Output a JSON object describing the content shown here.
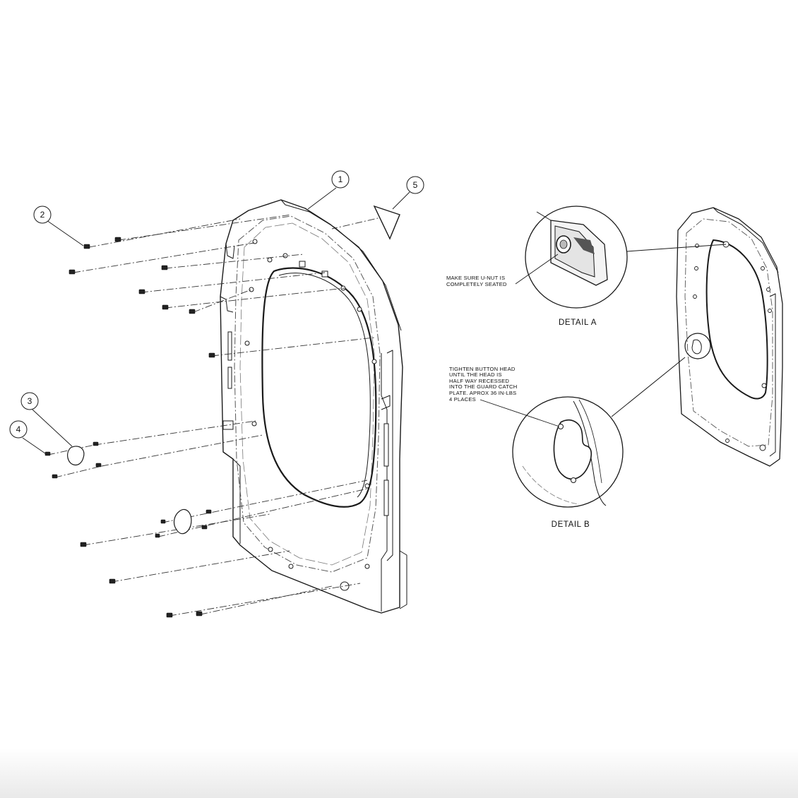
{
  "callouts": [
    "1",
    "2",
    "3",
    "4",
    "5"
  ],
  "notes": {
    "detail_a": [
      "MAKE SURE U-NUT IS",
      "COMPLETELY SEATED"
    ],
    "detail_b": [
      "TIGHTEN BUTTON HEAD",
      "UNTIL THE HEAD IS",
      "HALF WAY RECESSED",
      "INTO THE GUARD CATCH",
      "PLATE. APROX 36 IN-LBS",
      "4 PLACES"
    ]
  },
  "detail_labels": {
    "a": "DETAIL A",
    "b": "DETAIL B"
  },
  "colors": {
    "line": "#1a1a1a",
    "hidden_line": "#555555",
    "background": "#ffffff"
  }
}
